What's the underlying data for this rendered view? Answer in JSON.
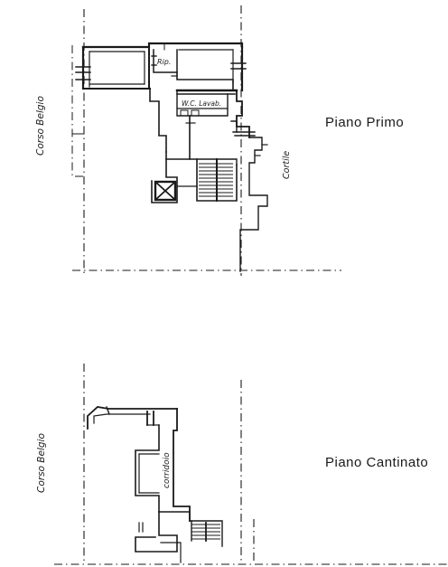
{
  "upper_plan": {
    "street_label": "Corso Belgio",
    "courtyard_label": "Cortile",
    "closet_label": "Rip.",
    "bathroom_label": "W.C. Lavab.",
    "floor_title": "Piano Primo"
  },
  "lower_plan": {
    "street_label": "Corso Belgio",
    "corridor_label": "corridoio",
    "floor_title": "Piano Cantinato"
  }
}
